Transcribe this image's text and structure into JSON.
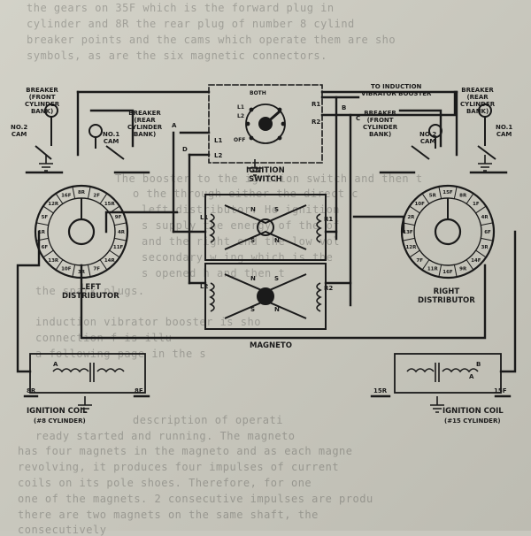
{
  "background_text": [
    "the gears on 35F which is the forward plug in",
    "cylinder and 8R the rear plug of number 8 cylind",
    "breaker points and the cams which operate them are sho",
    "symbols, as are the six magnetic connectors.",
    "The booster to the ignition switch and then t",
    "o the through either the direct c",
    "left distributor. He ignition",
    "s supply the energy of the of",
    "and the right end the low vol",
    "secondary w ing which is the",
    "s opened h and then t",
    "the spark plugs.",
    "induction vibrator booster is sho",
    "connection f                is illu",
    "a following page in the s",
    "description of operati",
    "ready started and running. The magneto",
    "has four magnets in the magneto and as each magne",
    "revolving, it produces four impulses of current",
    "coils on its pole shoes. Therefore, for one",
    "one of the magnets. 2 consecutive impulses are produ",
    "there are two magnets on the same shaft, the",
    "consecutively"
  ],
  "labels": {
    "breaker_front_left": "BREAKER\n(FRONT\nCYLINDER\nBANK)",
    "no2_cam_left": "NO.2\nCAM",
    "breaker_rear_left": "BREAKER\n(REAR\nCYLINDER\nBANK)",
    "no1_cam_left": "NO.1\nCAM",
    "left_distributor": "LEFT\nDISTRIBUTOR",
    "ignition_switch": "IGNITION\nSWITCH",
    "both": "BOTH",
    "off": "OFF",
    "to_booster": "TO INDUCTION\nVIBRATOR BOOSTER",
    "breaker_front_right": "BREAKER\n(FRONT\nCYLINDER\nBANK)",
    "no2_cam_right": "NO.2\nCAM",
    "breaker_rear_right": "BREAKER\n(REAR\nCYLINDER\nBANK)",
    "no1_cam_right": "NO.1\nCAM",
    "right_distributor": "RIGHT\nDISTRIBUTOR",
    "magneto": "MAGNETO",
    "ignition_coil_left": "IGNITION COIL",
    "ignition_coil_left_sub": "(#8 CYLINDER)",
    "ignition_coil_right": "IGNITION COIL",
    "ignition_coil_right_sub": "(#15 CYLINDER)",
    "plug_8r": "8R",
    "plug_8f": "8F",
    "plug_15r": "15R",
    "plug_15f": "15F",
    "term_A_left": "A",
    "term_D_left": "D",
    "term_A_coil_left": "A",
    "term_B": "B",
    "term_C": "C",
    "term_A_coil_right": "A",
    "term_B_coil_right": "B",
    "L1_sw": "L1",
    "L2_sw": "L2",
    "L1_sw2": "L1",
    "L2_sw2": "L2",
    "R1_sw": "R1",
    "R2_sw": "R2",
    "mag_L1": "L1",
    "mag_R1": "R1",
    "mag_L2": "L2",
    "mag_R2": "R2",
    "pole_N1": "N",
    "pole_S1": "S",
    "pole_N2": "N",
    "pole_S2": "S",
    "pole_N3": "N",
    "pole_S3": "S",
    "pole_N4": "N",
    "pole_S4": "S"
  },
  "left_distributor_segments": [
    "8R",
    "2F",
    "15R",
    "9F",
    "4R",
    "11F",
    "14R",
    "7F",
    "3R",
    "10F",
    "13R",
    "6F",
    "1R",
    "5F",
    "12R",
    "16F"
  ],
  "right_distributor_segments": [
    "15F",
    "8R",
    "1F",
    "4R",
    "6F",
    "3R",
    "14F",
    "9R",
    "16F",
    "11R",
    "7F",
    "12R",
    "13F",
    "2R",
    "10F",
    "5R"
  ]
}
